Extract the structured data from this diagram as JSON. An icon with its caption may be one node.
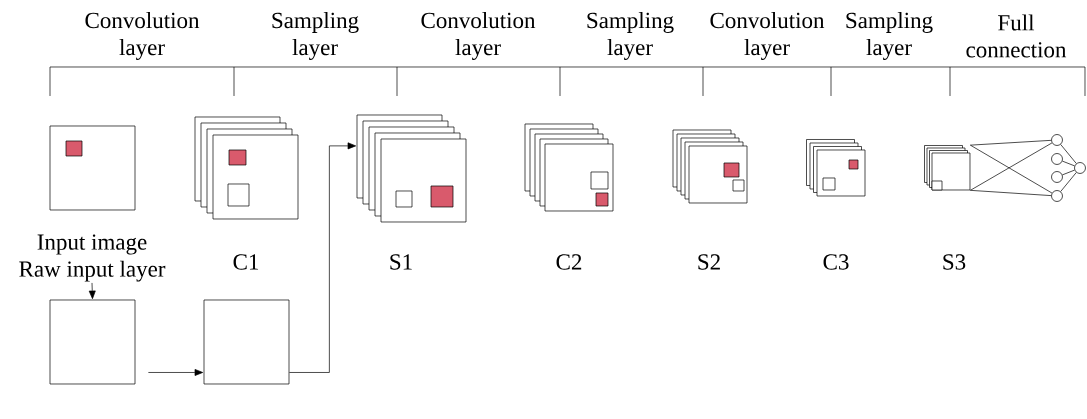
{
  "diagram": {
    "nodes": [
      {
        "text": [],
        "shape": "box"
      },
      {
        "text": [
          "C1"
        ]
      },
      {
        "text": [
          "S1"
        ]
      },
      {
        "text": [
          "C2"
        ]
      },
      {
        "text": [
          "S2"
        ]
      },
      {
        "text": [
          "C3"
        ]
      },
      {
        "text": [
          "S3"
        ]
      },
      {
        "text": [],
        "shape": "circle"
      },
      {
        "text": [],
        "shape": "circle"
      },
      {
        "text": [],
        "shape": "circle"
      },
      {
        "text": [],
        "shape": "circle"
      },
      {
        "text": [],
        "shape": "circle"
      },
      {
        "text": [
          "Input image",
          "Raw input layer"
        ]
      },
      {
        "text": [],
        "shape": "box"
      },
      {
        "text": [],
        "shape": "box"
      }
    ],
    "edges": [
      {
        "from": 12,
        "to": 13,
        "arrow": "to"
      },
      {
        "from": 13,
        "to": 14,
        "arrow": "to"
      },
      {
        "from": 14,
        "to": 2,
        "arrow": "to"
      },
      {
        "from": 6,
        "to": 7,
        "arrow": "none"
      },
      {
        "from": 6,
        "to": 10,
        "arrow": "none"
      },
      {
        "from": 6,
        "to": 7,
        "arrow": "none"
      },
      {
        "from": 6,
        "to": 10,
        "arrow": "none"
      },
      {
        "from": 7,
        "to": 11,
        "arrow": "none"
      },
      {
        "from": 8,
        "to": 11,
        "arrow": "none"
      },
      {
        "from": 9,
        "to": 11,
        "arrow": "none"
      },
      {
        "from": 10,
        "to": 11,
        "arrow": "none"
      }
    ],
    "labels": [
      "Convolution layer",
      "Sampling layer",
      "Convolution layer",
      "Sampling layer",
      "Convolution layer",
      "Sampling layer",
      "Full connection"
    ]
  }
}
